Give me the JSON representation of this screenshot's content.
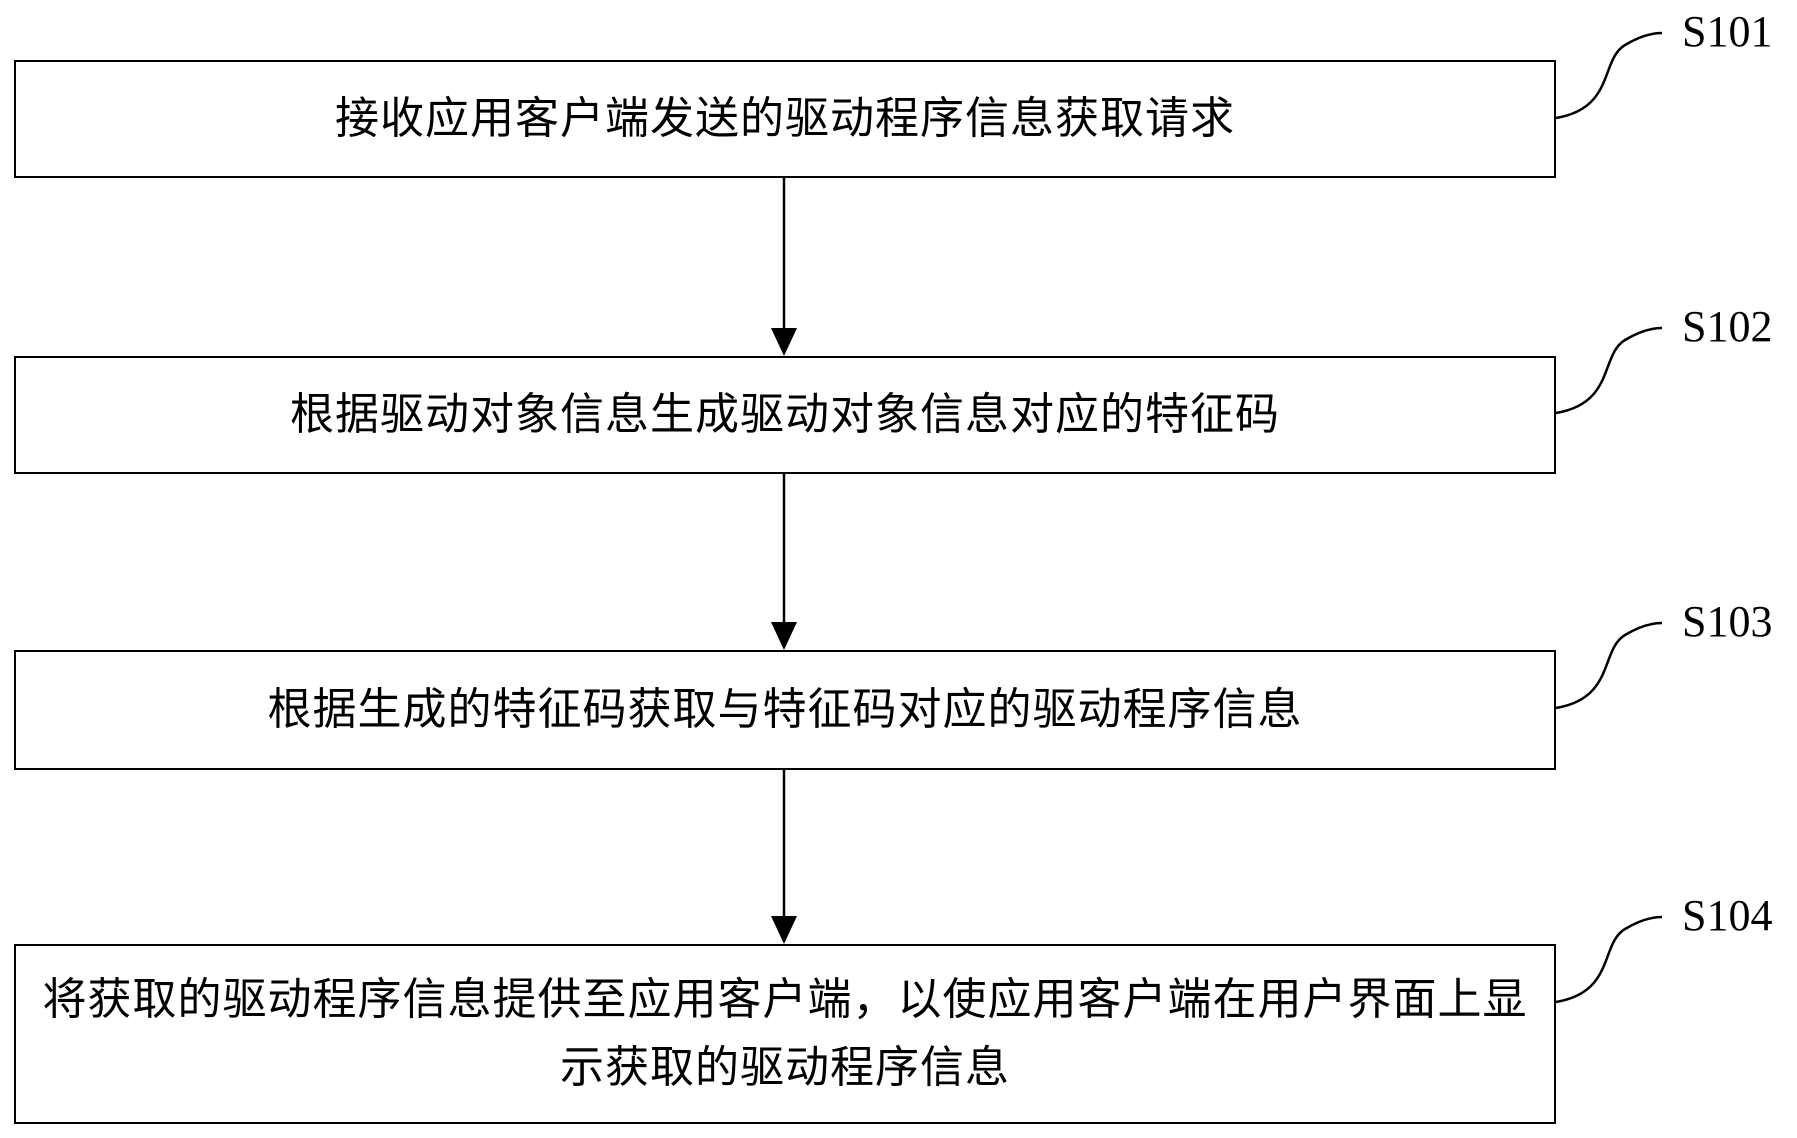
{
  "steps": [
    {
      "id": "S101",
      "text": "接收应用客户端发送的驱动程序信息获取请求"
    },
    {
      "id": "S102",
      "text": "根据驱动对象信息生成驱动对象信息对应的特征码"
    },
    {
      "id": "S103",
      "text": "根据生成的特征码获取与特征码对应的驱动程序信息"
    },
    {
      "id": "S104",
      "text": "将获取的驱动程序信息提供至应用客户端，以使应用客户端在用户界面上显示获取的驱动程序信息"
    }
  ]
}
